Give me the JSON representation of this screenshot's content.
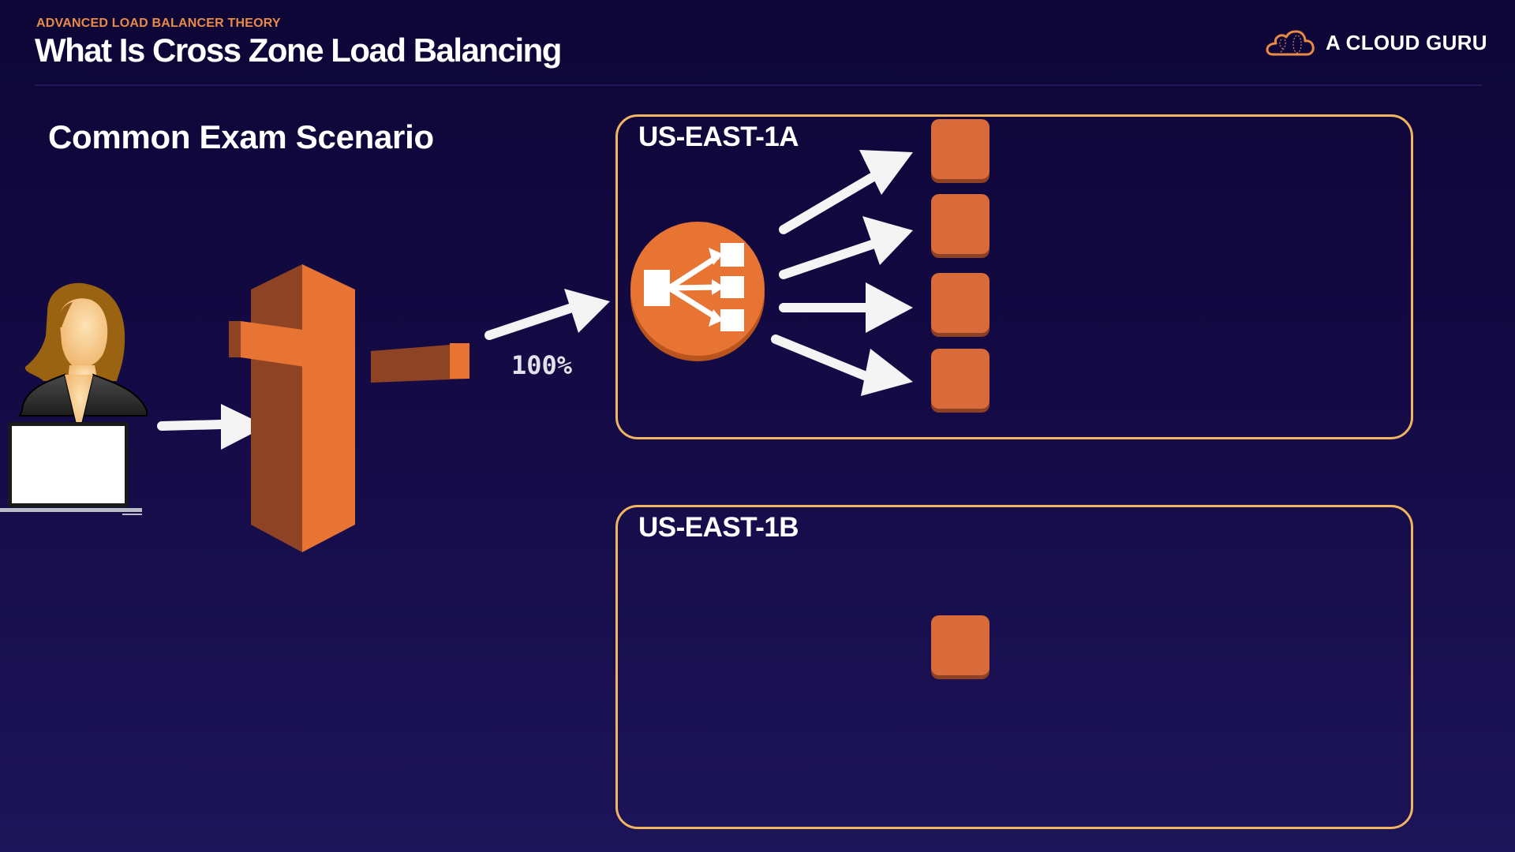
{
  "header": {
    "eyebrow": "ADVANCED LOAD BALANCER THEORY",
    "title": "What Is Cross Zone Load Balancing",
    "logo_text": "A CLOUD GURU",
    "logo_icon": "cloud-icon"
  },
  "slide": {
    "subtitle": "Common Exam Scenario",
    "traffic_label": "100%",
    "icons": {
      "user": "user-with-laptop-icon",
      "dns": "route53-icon",
      "load_balancer": "elastic-load-balancer-icon",
      "instance": "ec2-instance-icon",
      "arrow": "chalk-arrow-icon"
    },
    "zones": [
      {
        "label": "US-EAST-1A",
        "instance_count": 4
      },
      {
        "label": "US-EAST-1B",
        "instance_count": 1
      }
    ]
  },
  "colors": {
    "accent_orange": "#e98a48",
    "zone_border": "#f1b561",
    "instance": "#d96a3a",
    "aws_orange": "#e87434",
    "aws_dark_orange": "#8e4424"
  }
}
